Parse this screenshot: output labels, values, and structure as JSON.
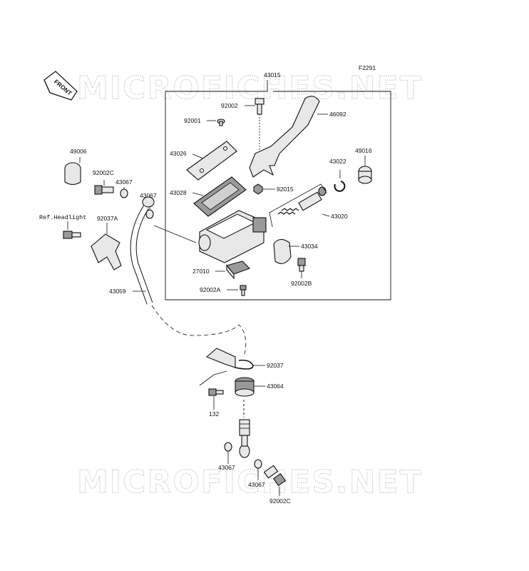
{
  "figure_code": "F2291",
  "watermark": "MICROFICHES.NET",
  "front_label": "FRONT",
  "ref_label": "Ref.Headlight",
  "parts": {
    "p43015": "43015",
    "p92002": "92002",
    "p46092": "46092",
    "p92001": "92001",
    "p43026": "43026",
    "p43028": "43028",
    "p92015": "92015",
    "p43022": "43022",
    "p49016": "49016",
    "p43020": "43020",
    "p43034": "43034",
    "p27010": "27010",
    "p92002b": "92002B",
    "p92002a": "92002A",
    "p49006": "49006",
    "p92002c_top": "92002C",
    "p43067_a": "43067",
    "p43067_b": "43067",
    "p92037a": "92037A",
    "p43059": "43059",
    "p92037": "92037",
    "p43064": "43064",
    "p132": "132",
    "p43067_c": "43067",
    "p43067_d": "43067",
    "p92002c_bot": "92002C"
  }
}
